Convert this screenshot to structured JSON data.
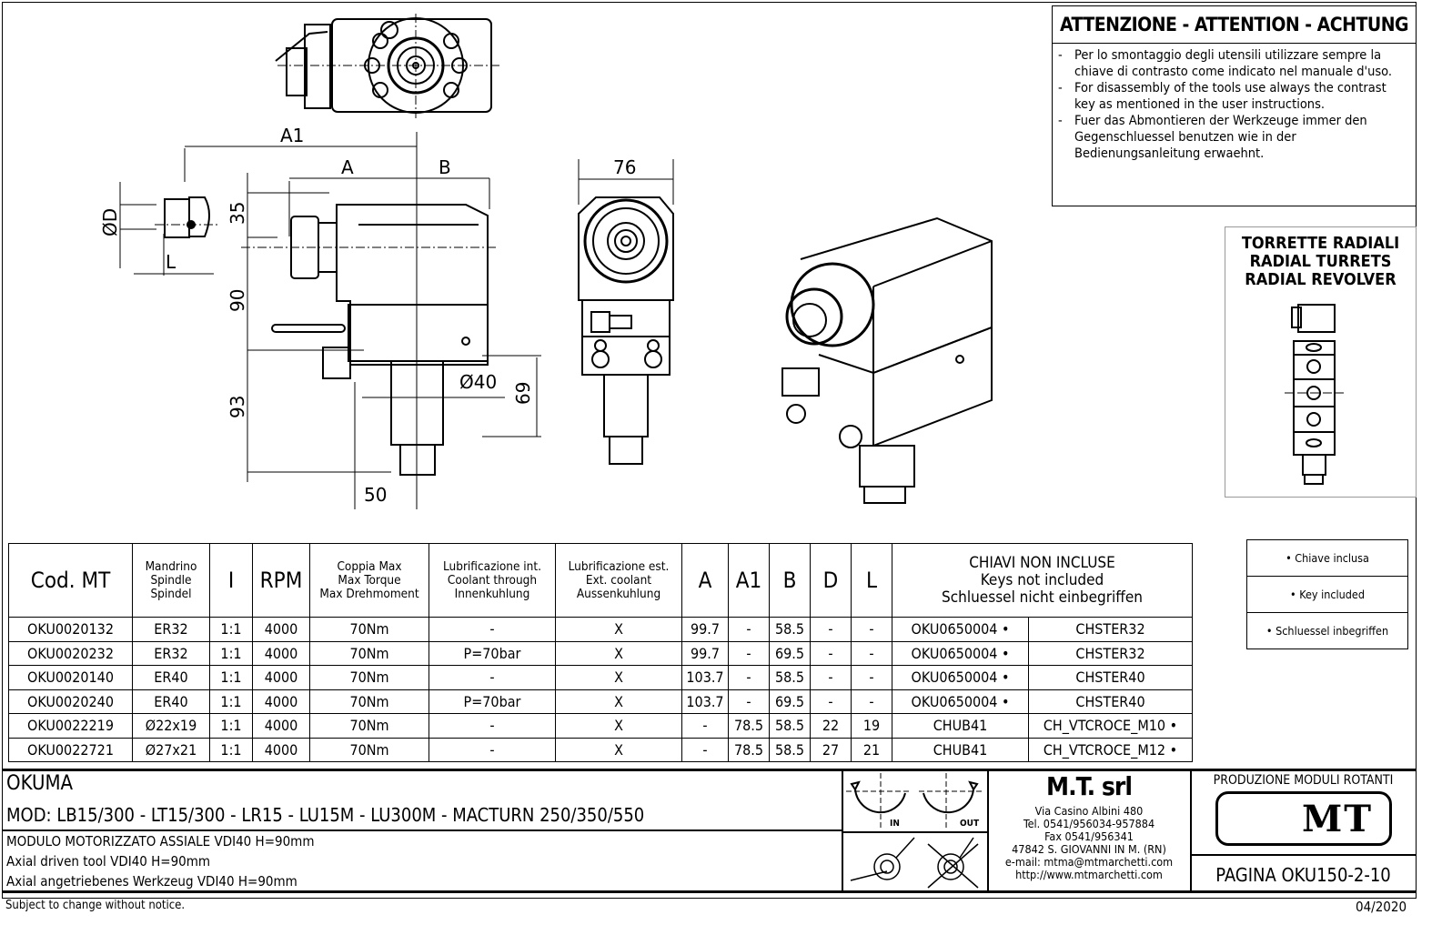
{
  "attention": {
    "title": "ATTENZIONE - ATTENTION - ACHTUNG",
    "items": [
      {
        "dash": "-",
        "text": "Per lo smontaggio degli utensili utilizzare sempre la chiave di contrasto come indicato nel manuale d'uso."
      },
      {
        "dash": "-",
        "text": "For disassembly of the tools use always the contrast key as mentioned in the user instructions."
      },
      {
        "dash": "-",
        "text": "Fuer das Abmontieren der Werkzeuge immer den Gegenschluessel benutzen wie in der Bedienungsanleitung erwaehnt."
      }
    ]
  },
  "turret": {
    "lines": [
      "TORRETTE RADIALI",
      "RADIAL TURRETS",
      "RADIAL REVOLVER"
    ]
  },
  "dimensions": {
    "A1": "A1",
    "A": "A",
    "B": "B",
    "D": "ØD",
    "L": "L",
    "h35": "35",
    "h90": "90",
    "h93": "93",
    "h69": "69",
    "d40": "Ø40",
    "w50": "50",
    "w76": "76"
  },
  "table": {
    "headers": {
      "cod": "Cod. MT",
      "spindle": [
        "Mandrino",
        "Spindle",
        "Spindel"
      ],
      "ratio": "I",
      "rpm": "RPM",
      "torque": [
        "Coppia Max",
        "Max Torque",
        "Max Drehmoment"
      ],
      "coolant_int": [
        "Lubrificazione int.",
        "Coolant through",
        "Innenkuhlung"
      ],
      "coolant_ext": [
        "Lubrificazione est.",
        "Ext. coolant",
        "Aussenkuhlung"
      ],
      "A": "A",
      "A1": "A1",
      "B": "B",
      "D": "D",
      "L": "L",
      "keys": [
        "CHIAVI NON INCLUSE",
        "Keys not included",
        "Schluessel nicht einbegriffen"
      ]
    },
    "rows": [
      {
        "cod": "OKU0020132",
        "spindle": "ER32",
        "ratio": "1:1",
        "rpm": "4000",
        "torque": "70Nm",
        "cint": "-",
        "cext": "X",
        "A": "99.7",
        "A1": "-",
        "B": "58.5",
        "D": "-",
        "L": "-",
        "key1": "OKU0650004 •",
        "key2": "CHSTER32"
      },
      {
        "cod": "OKU0020232",
        "spindle": "ER32",
        "ratio": "1:1",
        "rpm": "4000",
        "torque": "70Nm",
        "cint": "P=70bar",
        "cext": "X",
        "A": "99.7",
        "A1": "-",
        "B": "69.5",
        "D": "-",
        "L": "-",
        "key1": "OKU0650004 •",
        "key2": "CHSTER32"
      },
      {
        "cod": "OKU0020140",
        "spindle": "ER40",
        "ratio": "1:1",
        "rpm": "4000",
        "torque": "70Nm",
        "cint": "-",
        "cext": "X",
        "A": "103.7",
        "A1": "-",
        "B": "58.5",
        "D": "-",
        "L": "-",
        "key1": "OKU0650004 •",
        "key2": "CHSTER40"
      },
      {
        "cod": "OKU0020240",
        "spindle": "ER40",
        "ratio": "1:1",
        "rpm": "4000",
        "torque": "70Nm",
        "cint": "P=70bar",
        "cext": "X",
        "A": "103.7",
        "A1": "-",
        "B": "69.5",
        "D": "-",
        "L": "-",
        "key1": "OKU0650004 •",
        "key2": "CHSTER40"
      },
      {
        "cod": "OKU0022219",
        "spindle": "Ø22x19",
        "ratio": "1:1",
        "rpm": "4000",
        "torque": "70Nm",
        "cint": "-",
        "cext": "X",
        "A": "-",
        "A1": "78.5",
        "B": "58.5",
        "D": "22",
        "L": "19",
        "key1": "CHUB41",
        "key2": "CH_VTCROCE_M10 •"
      },
      {
        "cod": "OKU0022721",
        "spindle": "Ø27x21",
        "ratio": "1:1",
        "rpm": "4000",
        "torque": "70Nm",
        "cint": "-",
        "cext": "X",
        "A": "-",
        "A1": "78.5",
        "B": "58.5",
        "D": "27",
        "L": "21",
        "key1": "CHUB41",
        "key2": "CH_VTCROCE_M12 •"
      }
    ]
  },
  "legend": [
    "• Chiave inclusa",
    "• Key included",
    "• Schluessel inbegriffen"
  ],
  "titleblock": {
    "brand": "OKUMA",
    "models": "MOD: LB15/300 - LT15/300 - LR15 - LU15M - LU300M - MACTURN 250/350/550",
    "desc_it": "MODULO MOTORIZZATO ASSIALE VDI40 H=90mm",
    "desc_en": "Axial driven tool VDI40 H=90mm",
    "desc_de": "Axial angetriebenes Werkzeug VDI40 H=90mm",
    "rot_in": "IN",
    "rot_out": "OUT",
    "company": "M.T. srl",
    "address": [
      "Via Casino Albini 480",
      "Tel. 0541/956034-957884",
      "Fax 0541/956341",
      "47842 S. GIOVANNI IN M. (RN)",
      "e-mail: mtma@mtmarchetti.com",
      "http://www.mtmarchetti.com"
    ],
    "production": "PRODUZIONE MODULI ROTANTI",
    "logo": "MT",
    "page": "PAGINA OKU150-2-10"
  },
  "footer": {
    "notice": "Subject to change without notice.",
    "date": "04/2020"
  }
}
